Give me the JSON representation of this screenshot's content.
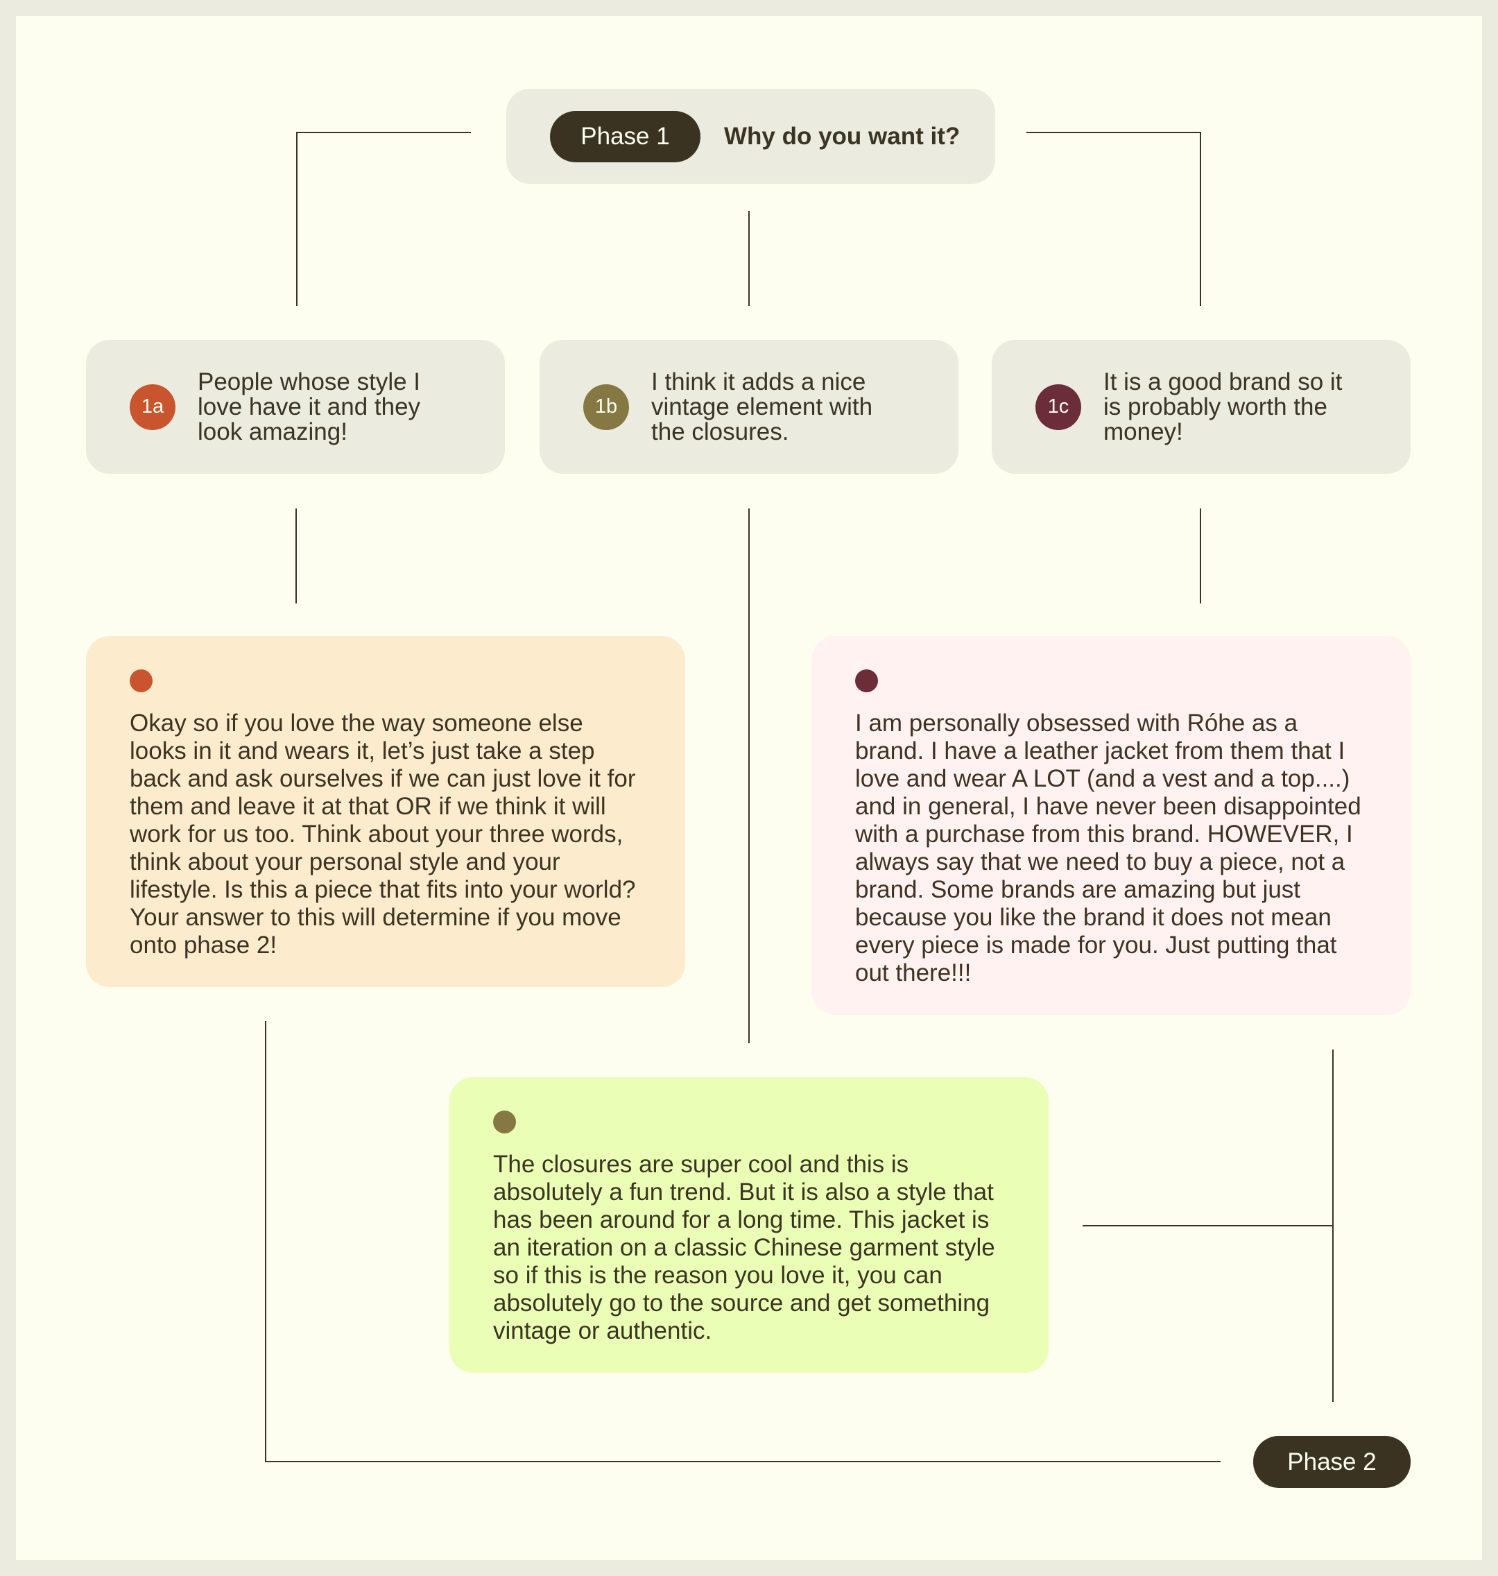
{
  "phase1": {
    "label": "Phase 1",
    "question": "Why do you want it?"
  },
  "options": [
    {
      "badge": "1a",
      "text": "People whose style I love have it and they look amazing!",
      "color": "#c9552e"
    },
    {
      "badge": "1b",
      "text": "I think it adds a nice vintage element with the closures.",
      "color": "#857842"
    },
    {
      "badge": "1c",
      "text": "It is a good brand so it is probably worth the money!",
      "color": "#6b2d38"
    }
  ],
  "answers": {
    "a": {
      "text": "Okay so if you love the way someone else looks in it and wears it, let’s just take a step back and ask ourselves if we can just love it for them and leave it at that OR if we think it will work for us too. Think about your three words, think about your personal style and your lifestyle. Is this a piece that fits into your world? Your answer to this will determine if you move onto phase 2!",
      "bg": "#fdebcd"
    },
    "b": {
      "text": "The closures are super cool and this is absolutely a fun trend. But it is also a style that has been around for a long time. This jacket is an iteration on a classic Chinese garment style so if this is the reason you love it, you can absolutely go to the source and get something vintage or authentic.",
      "bg": "#eaffb5"
    },
    "c": {
      "text": "I am personally obsessed with Róhe as a brand. I have a leather jacket from them that I love and wear A LOT (and a vest and a top....) and in general, I have never been disappointed with a purchase from this brand. HOWEVER, I always say that we need to buy a piece, not a brand. Some brands are amazing but just because you like the brand it does not mean every piece is made for you. Just putting that out there!!!",
      "bg": "#fff2f1"
    }
  },
  "phase2": {
    "label": "Phase 2"
  },
  "colors": {
    "dark": "#3a3322",
    "panel": "#ecebe0",
    "page": "#fdfdf0"
  }
}
